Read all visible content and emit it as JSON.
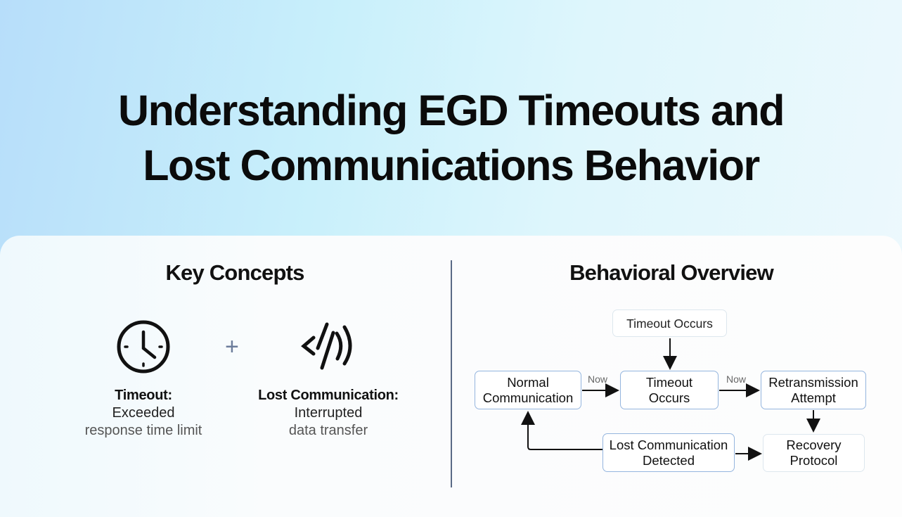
{
  "title": {
    "line1": "Understanding EGD Timeouts and",
    "line2": "Lost Communications Behavior"
  },
  "left": {
    "heading": "Key Concepts",
    "concepts": [
      {
        "icon": "clock-icon",
        "label": "Timeout:",
        "line1": "Exceeded",
        "line2": "response time limit"
      },
      {
        "icon": "broken-signal-icon",
        "label": "Lost Communication:",
        "line1": "Interrupted",
        "line2": "data transfer"
      }
    ],
    "plus": "+"
  },
  "right": {
    "heading": "Behavioral Overview",
    "diagram": {
      "trigger": "Timeout Occurs",
      "normal": [
        "Normal",
        "Communication"
      ],
      "timeout": [
        "Timeout",
        "Occurs"
      ],
      "retrans": [
        "Retransmission",
        "Attempt"
      ],
      "lost": [
        "Lost Communication",
        "Detected"
      ],
      "recovery": [
        "Recovery",
        "Protocol"
      ],
      "edge_label_1": "Now",
      "edge_label_2": "Now"
    }
  }
}
